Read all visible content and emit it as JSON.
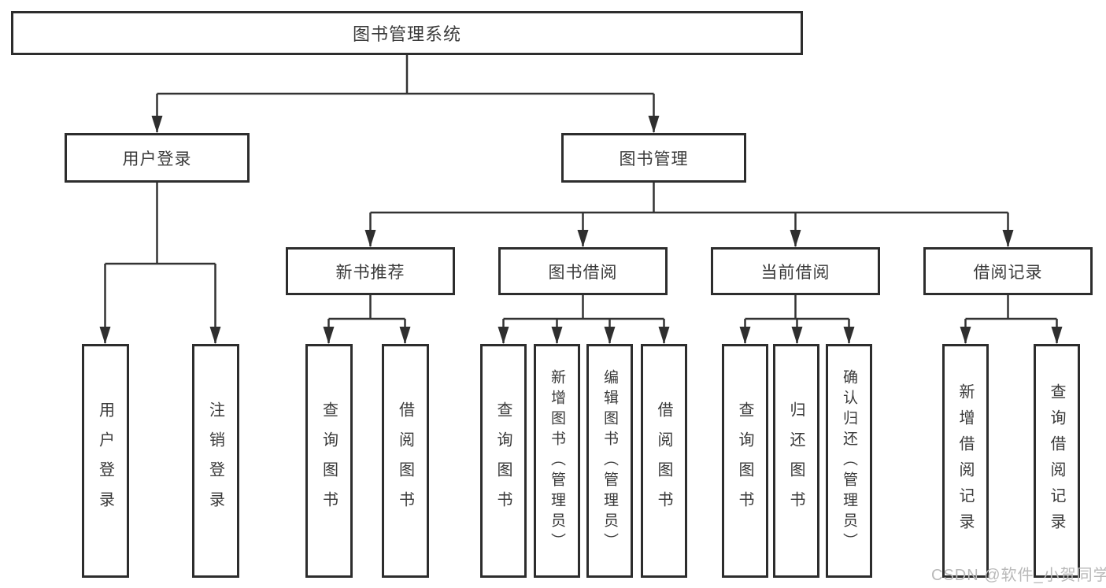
{
  "colors": {
    "background": "#ffffff",
    "border": "#2d2d2d",
    "line": "#333333",
    "text": "#3a3a3a",
    "watermark": "#b9b9b9"
  },
  "tree": {
    "root": "图书管理系统",
    "branches": [
      {
        "label": "用户登录",
        "children": [
          "用户登录",
          "注销登录"
        ]
      },
      {
        "label": "图书管理",
        "sections": [
          {
            "label": "新书推荐",
            "children": [
              "查询图书",
              "借阅图书"
            ]
          },
          {
            "label": "图书借阅",
            "children": [
              "查询图书",
              "新增图书（管理员）",
              "编辑图书（管理员）",
              "借阅图书"
            ]
          },
          {
            "label": "当前借阅",
            "children": [
              "查询图书",
              "归还图书",
              "确认归还（管理员）"
            ]
          },
          {
            "label": "借阅记录",
            "children": [
              "新增借阅记录",
              "查询借阅记录"
            ]
          }
        ]
      }
    ]
  },
  "watermark": "CSDN @软件_小贺同学"
}
